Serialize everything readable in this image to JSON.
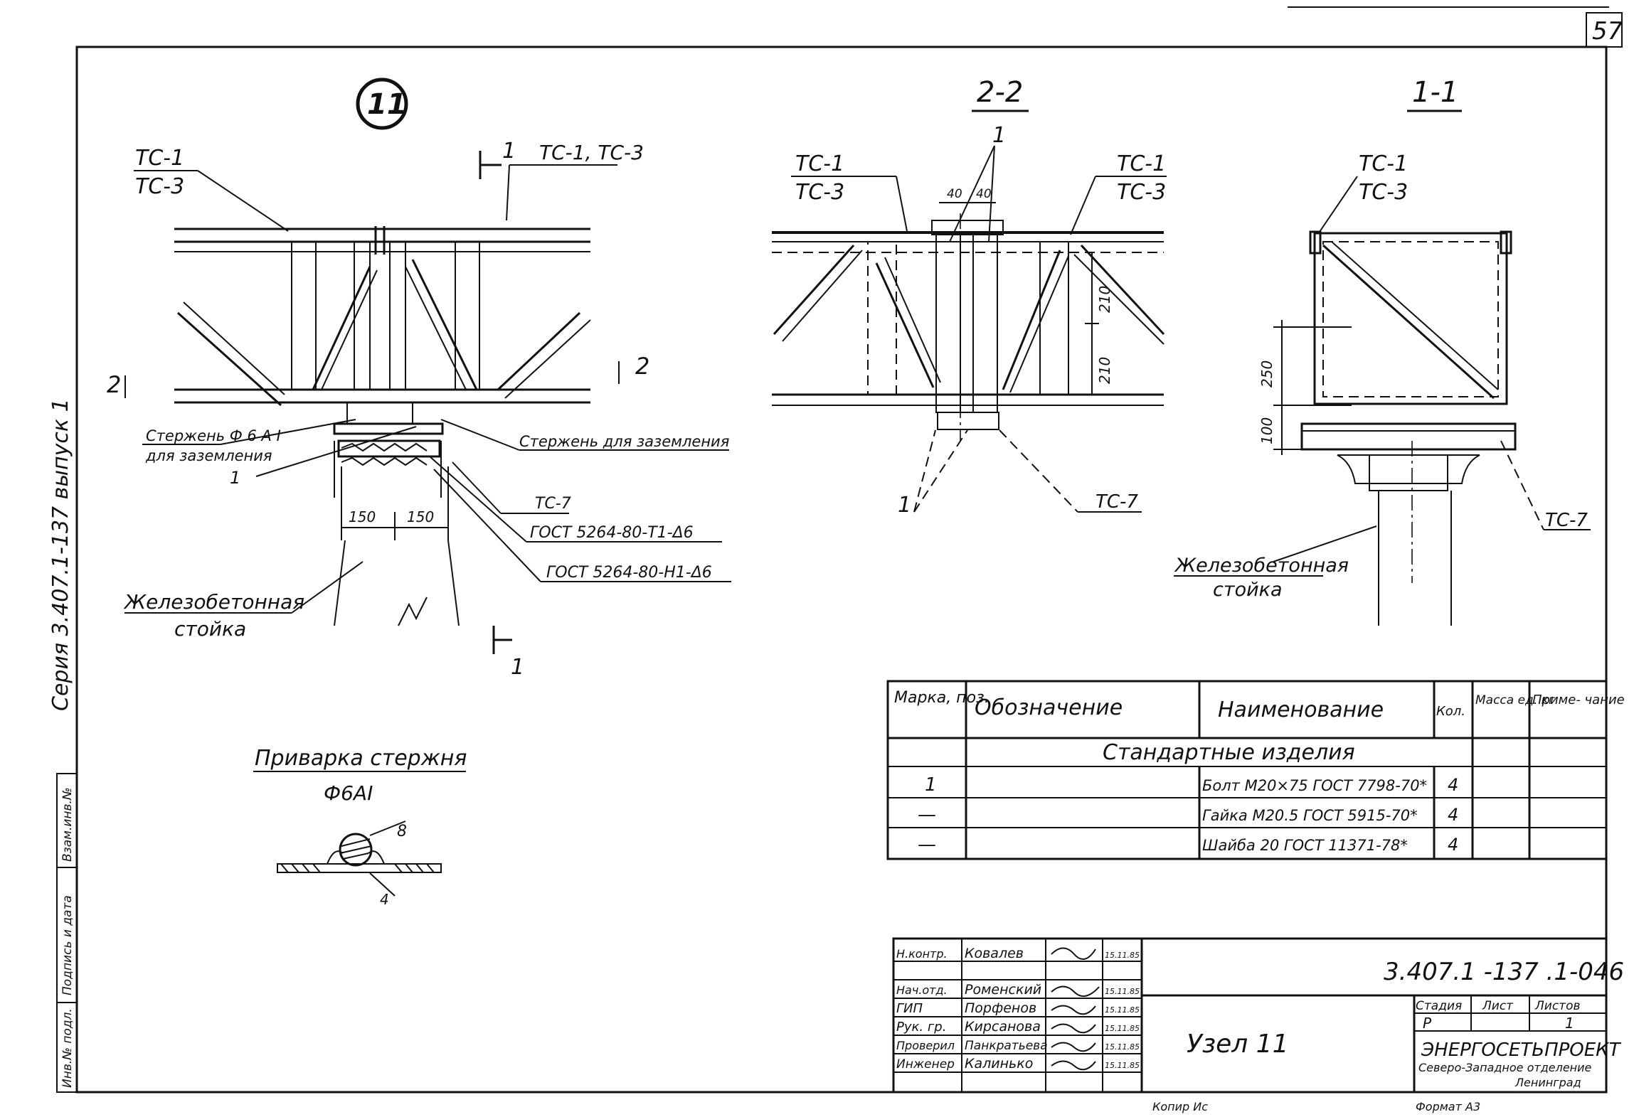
{
  "sheet": {
    "page_number": "57",
    "series_vertical": "Серия 3.407.1-137 выпуск 1"
  },
  "node_marker": {
    "number": "11"
  },
  "section_labels": {
    "s22": "2-2",
    "s11": "1-1",
    "cut1_top": "1",
    "cut1_bottom": "1",
    "cut2_left": "2",
    "cut2_right": "2"
  },
  "labels": {
    "tc1": "ТС-1",
    "tc3": "ТС-3",
    "tc1_tc3": "ТС-1, ТС-3",
    "tc7": "ТС-7",
    "rod": "Стержень Ф 6 А I",
    "rod_purpose": "для заземления",
    "rod_ground": "Стержень для заземления",
    "gost1": "ГОСТ 5264-80-Т1-Δ6",
    "gost2": "ГОСТ 5264-80-Н1-Δ6",
    "column": "Железобетонная",
    "column2": "стойка",
    "pos1": "1",
    "dim150a": "150",
    "dim150b": "150",
    "dim40a": "40",
    "dim40b": "40",
    "dim210a": "210",
    "dim210b": "210",
    "dim250": "250",
    "dim100": "100",
    "weld_title": "Приварка  стержня",
    "weld_sub": "Ф6АI",
    "dim8": "8",
    "dim4": "4"
  },
  "spec_table": {
    "headers": {
      "mark": "Марка, поз.",
      "designation": "Обозначение",
      "name": "Наименование",
      "qty": "Кол.",
      "mass": "Масса ед. кг",
      "note": "Приме- чание"
    },
    "section_title": "Стандартные   изделия",
    "rows": [
      {
        "mark": "1",
        "designation": "",
        "name": "Болт М20×75 ГОСТ 7798-70*",
        "qty": "4",
        "mass": "",
        "note": ""
      },
      {
        "mark": "—",
        "designation": "",
        "name": "Гайка М20.5 ГОСТ 5915-70*",
        "qty": "4",
        "mass": "",
        "note": ""
      },
      {
        "mark": "—",
        "designation": "",
        "name": "Шайба 20 ГОСТ 11371-78*",
        "qty": "4",
        "mass": "",
        "note": ""
      }
    ]
  },
  "title_block": {
    "code": "3.407.1 -137 .1-046",
    "title": "Узел   11",
    "stage_h": "Стадия",
    "sheet_h": "Лист",
    "sheets_h": "Листов",
    "stage": "Р",
    "sheet": "",
    "sheets": "1",
    "org": "ЭНЕРГОСЕТЬПРОЕКТ",
    "org2": "Северо-Западное отделение",
    "org3": "Ленинград",
    "people": [
      {
        "role": "Н.контр.",
        "name": "Ковалев",
        "date": "15.11.85"
      },
      {
        "role": "Нач.отд.",
        "name": "Роменский",
        "date": "15.11.85"
      },
      {
        "role": "ГИП",
        "name": "Порфенов",
        "date": "15.11.85"
      },
      {
        "role": "Рук. гр.",
        "name": "Кирсанова",
        "date": "15.11.85"
      },
      {
        "role": "Проверил",
        "name": "Панкратьева",
        "date": "15.11.85"
      },
      {
        "role": "Инженер",
        "name": "Калинько",
        "date": "15.11.85"
      }
    ]
  },
  "side_stamp": {
    "inv": "Инв.№ подл.",
    "sign": "Подпись и дата",
    "swap": "Взам.инв.№"
  },
  "footer": {
    "copy": "Копир Ис",
    "format": "Формат А3"
  }
}
